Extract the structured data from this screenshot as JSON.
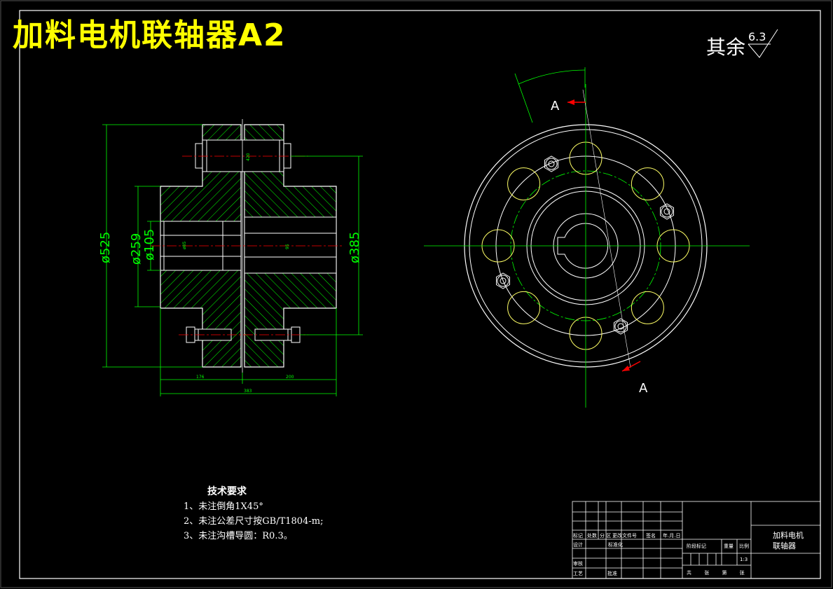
{
  "title": "加料电机联轴器A2",
  "roughness": {
    "label": "其余",
    "value": "6.3"
  },
  "section_mark": "A",
  "dimensions": {
    "dia_525": "ø525",
    "dia_259": "ø259",
    "dia_105": "ø105",
    "dia_385": "ø385",
    "len_left": "176",
    "len_right": "200",
    "len_total": "383",
    "small_1": "420",
    "small_2": "ø85",
    "small_3": "95"
  },
  "tech_requirements": {
    "heading": "技术要求",
    "items": [
      "1、未注倒角1X45°",
      "2、未注公差尺寸按GB/T1804-m;",
      "3、未注沟槽导圆：R0.3。"
    ]
  },
  "title_block": {
    "part_name": [
      "加料电机",
      "联轴器"
    ],
    "labels": {
      "mark": "标记",
      "count": "处数",
      "zone": "分 区",
      "doc_no": "更改文件号",
      "sign": "签名",
      "date": "年.月.日",
      "design": "设计",
      "standard": "标准化",
      "stage_mark": "阶段标记",
      "weight": "重量",
      "scale": "比例",
      "review": "审核",
      "process": "工艺",
      "approve": "批准",
      "sheets": "共 张 第 张",
      "scale_value": "1:3"
    }
  }
}
